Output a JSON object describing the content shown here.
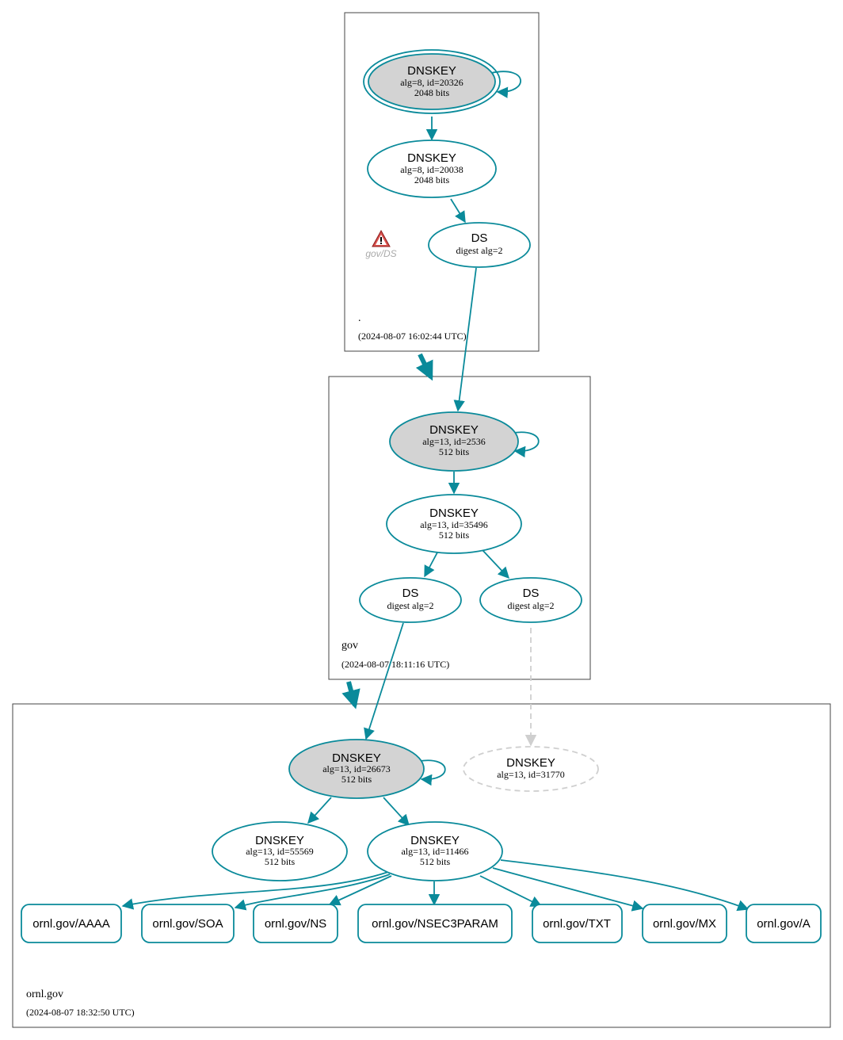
{
  "zones": {
    "root": {
      "name": ".",
      "timestamp": "(2024-08-07 16:02:44 UTC)"
    },
    "gov": {
      "name": "gov",
      "timestamp": "(2024-08-07 18:11:16 UTC)"
    },
    "ornl": {
      "name": "ornl.gov",
      "timestamp": "(2024-08-07 18:32:50 UTC)"
    }
  },
  "nodes": {
    "root_ksk": {
      "type": "DNSKEY",
      "line1": "alg=8, id=20326",
      "line2": "2048 bits"
    },
    "root_zsk": {
      "type": "DNSKEY",
      "line1": "alg=8, id=20038",
      "line2": "2048 bits"
    },
    "root_ds": {
      "type": "DS",
      "line1": "digest alg=2"
    },
    "gov_ksk": {
      "type": "DNSKEY",
      "line1": "alg=13, id=2536",
      "line2": "512 bits"
    },
    "gov_zsk": {
      "type": "DNSKEY",
      "line1": "alg=13, id=35496",
      "line2": "512 bits"
    },
    "gov_ds1": {
      "type": "DS",
      "line1": "digest alg=2"
    },
    "gov_ds2": {
      "type": "DS",
      "line1": "digest alg=2"
    },
    "ornl_ksk": {
      "type": "DNSKEY",
      "line1": "alg=13, id=26673",
      "line2": "512 bits"
    },
    "ornl_missing": {
      "type": "DNSKEY",
      "line1": "alg=13, id=31770"
    },
    "ornl_key1": {
      "type": "DNSKEY",
      "line1": "alg=13, id=55569",
      "line2": "512 bits"
    },
    "ornl_key2": {
      "type": "DNSKEY",
      "line1": "alg=13, id=11466",
      "line2": "512 bits"
    }
  },
  "warning": {
    "label": "gov/DS",
    "icon": "warning-triangle-icon",
    "color": "#d9534f"
  },
  "rrsets": [
    "ornl.gov/AAAA",
    "ornl.gov/SOA",
    "ornl.gov/NS",
    "ornl.gov/NSEC3PARAM",
    "ornl.gov/TXT",
    "ornl.gov/MX",
    "ornl.gov/A"
  ],
  "colors": {
    "edge": "#0a8a9a",
    "sep_fill": "#d3d3d3",
    "missing": "#cfcfcf"
  }
}
